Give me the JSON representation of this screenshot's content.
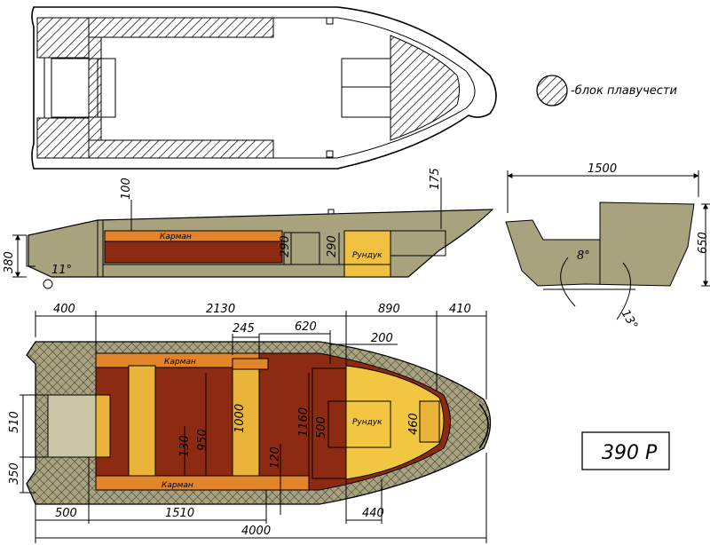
{
  "legend": {
    "label": "-блок плавучести"
  },
  "model": {
    "label": "390 Р"
  },
  "side_view": {
    "dims": {
      "top_100": "100",
      "top_175": "175",
      "h_380": "380",
      "h_290a": "290",
      "h_290b": "290",
      "angle": "11°"
    },
    "labels": {
      "pocket": "Карман",
      "chest": "Рундук"
    }
  },
  "transom_view": {
    "dims": {
      "width": "1500",
      "height": "650",
      "angle_8": "8°",
      "angle_13": "13°"
    }
  },
  "plan_view": {
    "dims": {
      "top_400": "400",
      "top_2130": "2130",
      "top_890": "890",
      "top_410": "410",
      "d_245": "245",
      "d_620": "620",
      "d_200": "200",
      "v_510": "510",
      "v_350": "350",
      "v_130": "130",
      "v_950": "950",
      "v_1000": "1000",
      "v_120": "120",
      "v_1160": "1160",
      "v_500": "500",
      "v_460": "460",
      "bot_500": "500",
      "bot_1510": "1510",
      "bot_440": "440",
      "bot_4000": "4000"
    },
    "labels": {
      "pocket_top": "Карман",
      "pocket_bottom": "Карман",
      "chest": "Рундук"
    }
  },
  "colors": {
    "hull_khaki": "#a9a27f",
    "pocket_orange": "#e2852a",
    "floor_darkred": "#8c2b12",
    "seat_yellow": "#eab43a",
    "chest_yellow": "#f2c640",
    "deck_light": "#c9c7a6"
  }
}
